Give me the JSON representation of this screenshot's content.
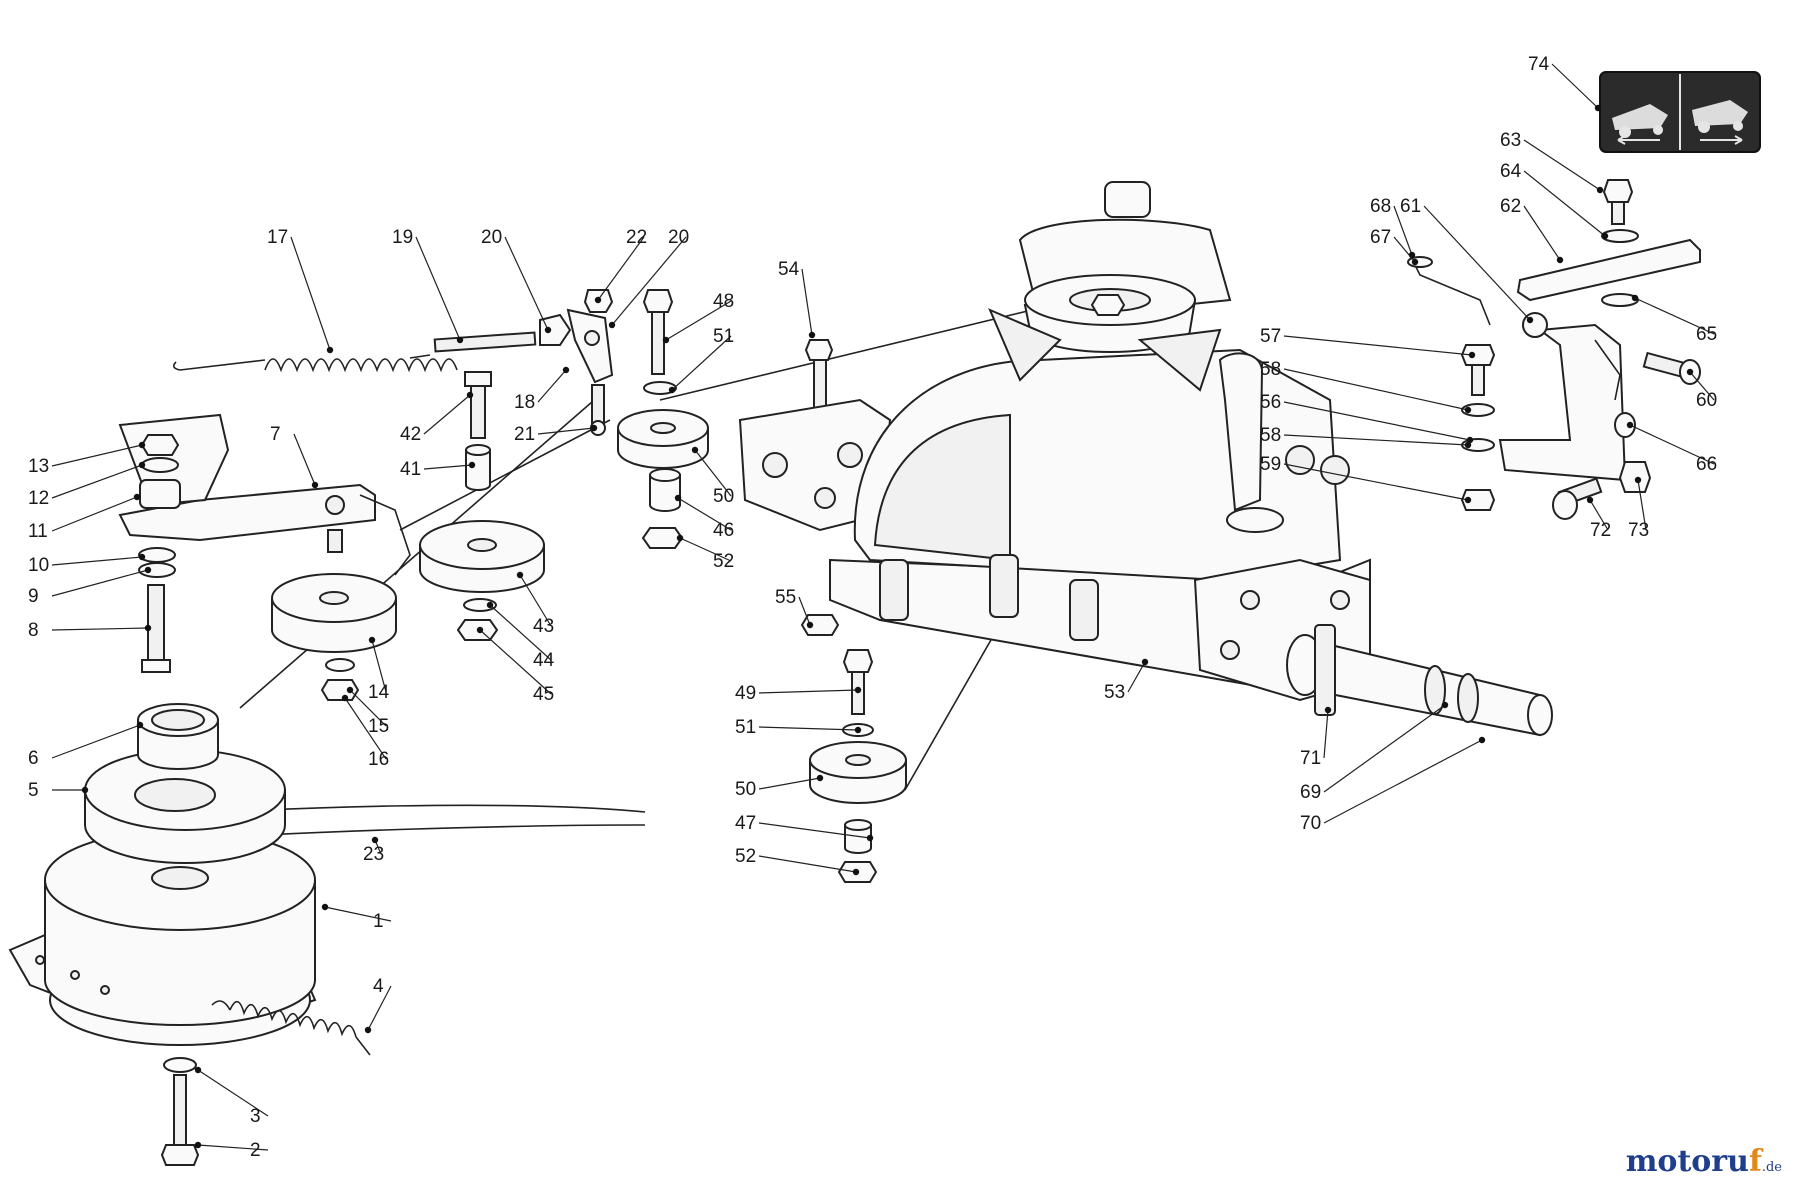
{
  "diagram": {
    "labels": [
      "1",
      "2",
      "3",
      "4",
      "5",
      "6",
      "7",
      "8",
      "9",
      "10",
      "11",
      "12",
      "13",
      "14",
      "15",
      "16",
      "17",
      "18",
      "19",
      "20",
      "20",
      "21",
      "22",
      "23",
      "41",
      "42",
      "43",
      "44",
      "45",
      "46",
      "47",
      "48",
      "49",
      "50",
      "50",
      "51",
      "51",
      "52",
      "52",
      "53",
      "54",
      "55",
      "56",
      "57",
      "58",
      "58",
      "59",
      "60",
      "61",
      "62",
      "63",
      "64",
      "65",
      "66",
      "67",
      "68",
      "69",
      "70",
      "71",
      "72",
      "73",
      "74"
    ]
  },
  "watermark": {
    "main": "motoru",
    "f": "f",
    "suffix": ".de"
  }
}
